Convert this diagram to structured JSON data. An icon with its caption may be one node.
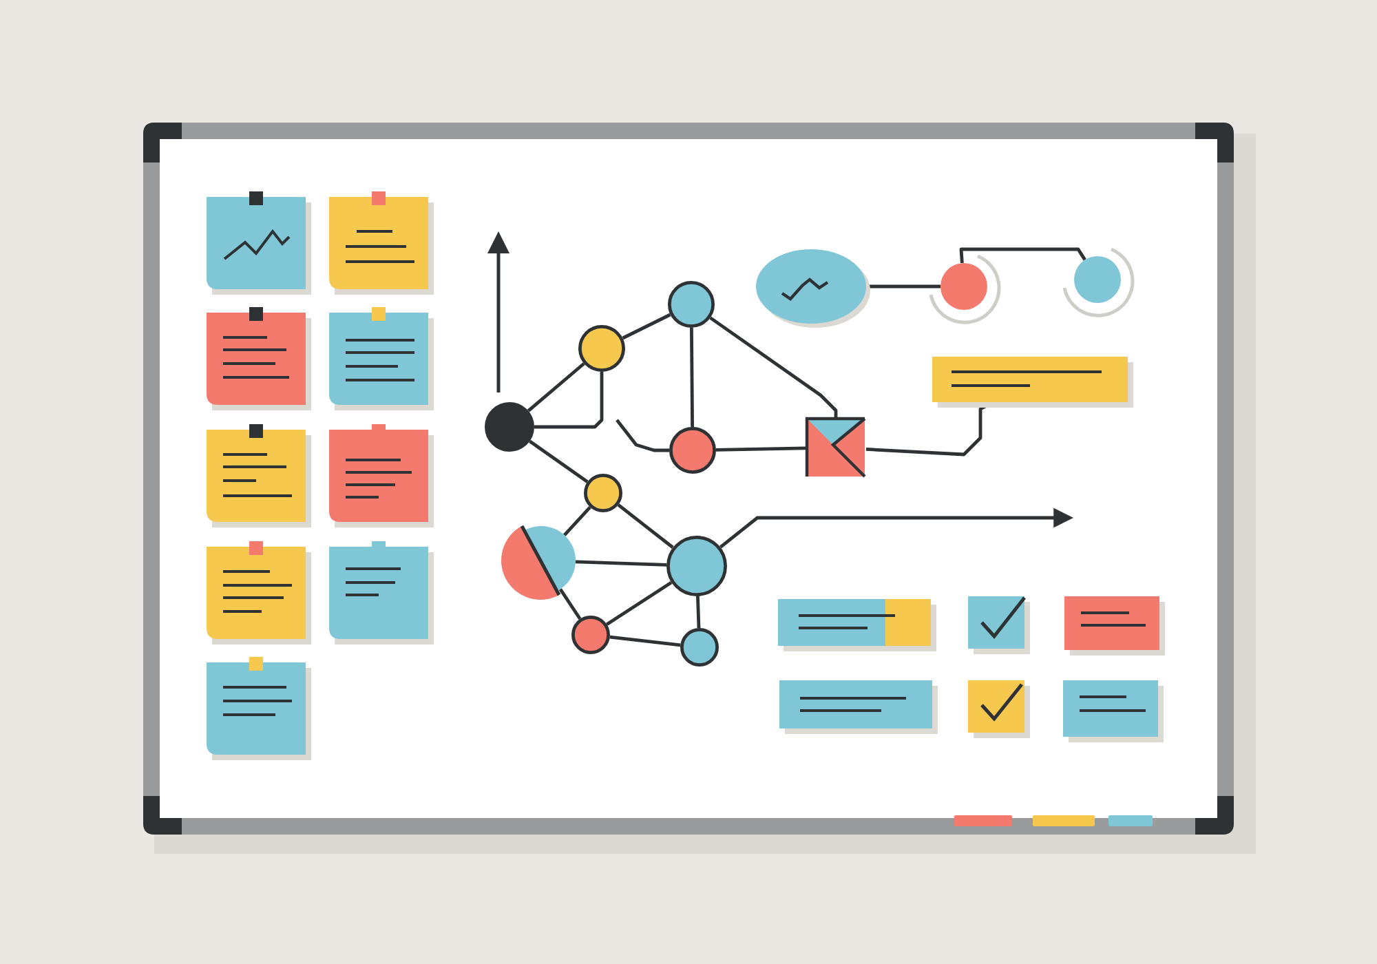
{
  "diagram": {
    "nodes": [
      {
        "text": [],
        "shape": "circle"
      },
      {
        "text": [],
        "shape": "circle"
      },
      {
        "text": [],
        "shape": "circle"
      },
      {
        "text": [],
        "shape": "circle"
      },
      {
        "text": [],
        "shape": "box"
      },
      {
        "text": [],
        "shape": "circle"
      },
      {
        "text": [],
        "shape": "circle"
      },
      {
        "text": [],
        "shape": "circle"
      },
      {
        "text": [],
        "shape": "circle"
      },
      {
        "text": [],
        "shape": "circle"
      },
      {
        "text": [],
        "shape": "ellipse"
      },
      {
        "text": [],
        "shape": "circle"
      },
      {
        "text": [],
        "shape": "circle"
      },
      {
        "text": [],
        "shape": "box"
      }
    ],
    "edges": [
      {
        "from": 0,
        "to": 1,
        "arrow": "none"
      },
      {
        "from": 0,
        "to": 1,
        "arrow": "none"
      },
      {
        "from": 1,
        "to": 2,
        "arrow": "none"
      },
      {
        "from": 2,
        "to": 3,
        "arrow": "none"
      },
      {
        "from": 2,
        "to": 4,
        "arrow": "none"
      },
      {
        "from": 3,
        "to": 4,
        "arrow": "none"
      },
      {
        "from": null,
        "to": 3,
        "arrow": "none"
      },
      {
        "from": 0,
        "to": 5,
        "arrow": "none"
      },
      {
        "from": 5,
        "to": 6,
        "arrow": "none"
      },
      {
        "from": 5,
        "to": 7,
        "arrow": "none"
      },
      {
        "from": 6,
        "to": 7,
        "arrow": "none"
      },
      {
        "from": 6,
        "to": 8,
        "arrow": "none"
      },
      {
        "from": 7,
        "to": 8,
        "arrow": "none"
      },
      {
        "from": 8,
        "to": 9,
        "arrow": "none"
      },
      {
        "from": 7,
        "to": 9,
        "arrow": "none"
      },
      {
        "from": 7,
        "to": null,
        "arrow": "to"
      },
      {
        "from": 10,
        "to": 11,
        "arrow": "none"
      },
      {
        "from": 11,
        "to": 12,
        "arrow": "none"
      },
      {
        "from": 4,
        "to": 13,
        "arrow": "none"
      }
    ]
  }
}
